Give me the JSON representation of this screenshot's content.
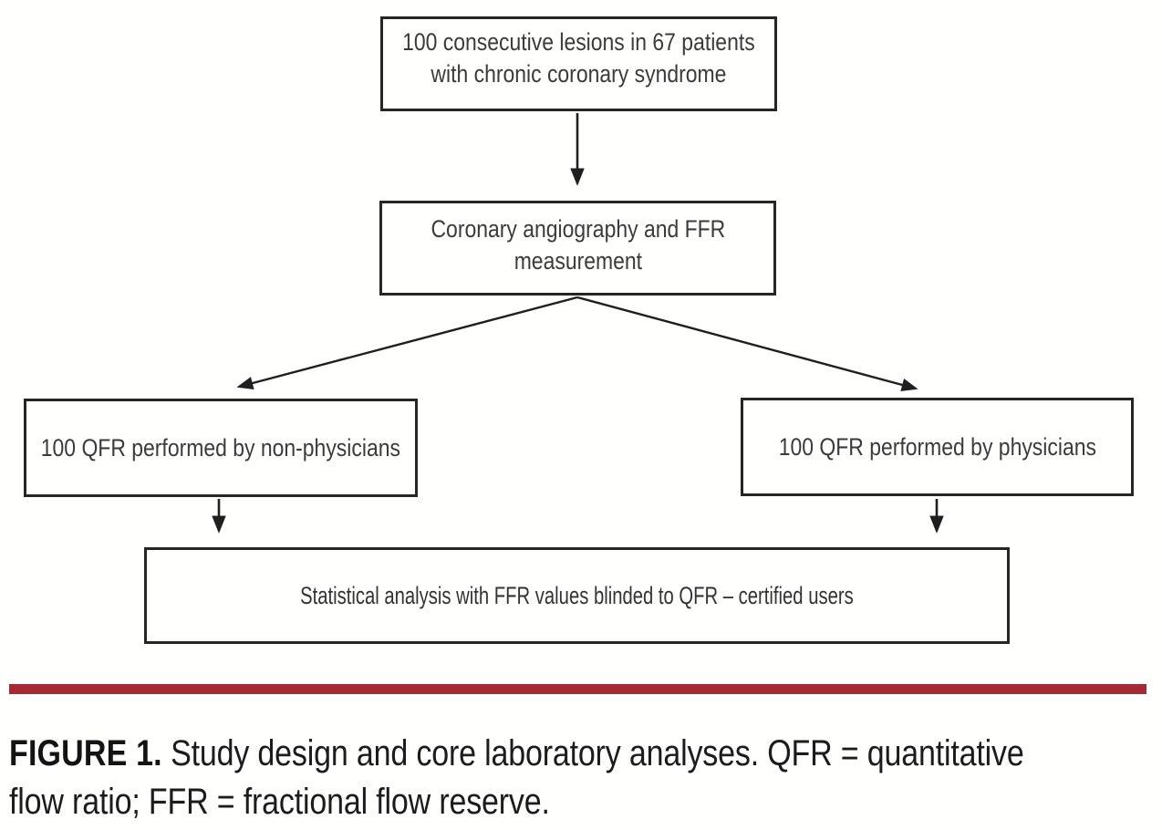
{
  "figure": {
    "type": "flowchart",
    "accent_color": "#A62A34",
    "nodes": {
      "enrollment": {
        "line1": "100 consecutive lesions in 67 patients",
        "line2": "with chronic coronary syndrome"
      },
      "angiography": {
        "line1": "Coronary angiography and FFR",
        "line2": "measurement"
      },
      "qfr_nonphysicians": "100 QFR performed by non-physicians",
      "qfr_physicians": "100 QFR performed by physicians",
      "analysis": "Statistical analysis with FFR values blinded to QFR – certified users"
    },
    "edges": [
      "enrollment -> angiography",
      "angiography -> qfr_nonphysicians",
      "angiography -> qfr_physicians",
      "qfr_nonphysicians -> analysis",
      "qfr_physicians -> analysis"
    ],
    "caption": {
      "label": "FIGURE 1.",
      "line1_rest": "Study design and core laboratory analyses. QFR = quantitative",
      "line2": "flow ratio; FFR = fractional flow reserve."
    }
  }
}
